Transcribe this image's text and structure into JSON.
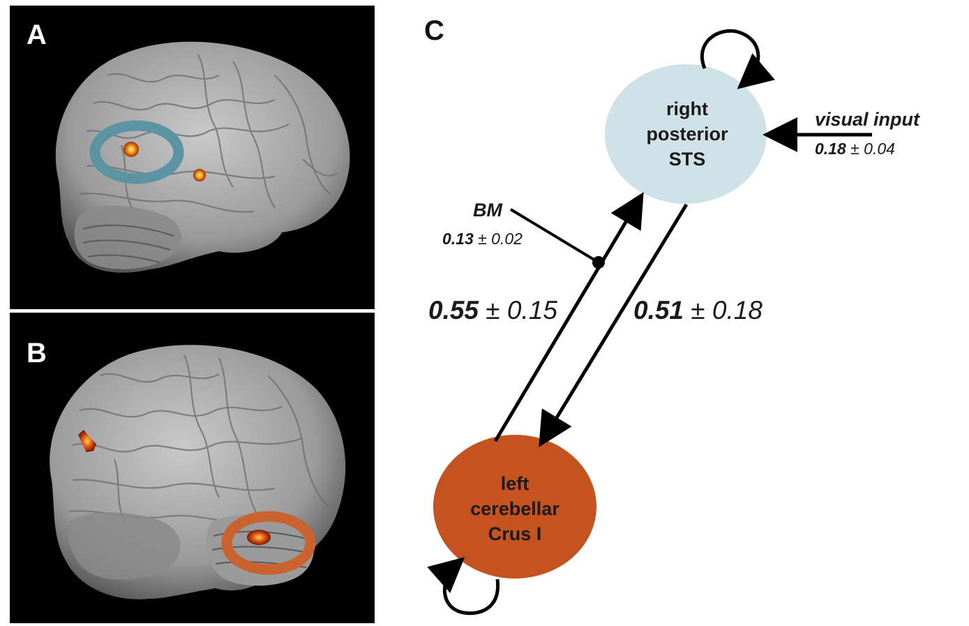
{
  "panels": {
    "a": {
      "letter": "A"
    },
    "b": {
      "letter": "B"
    },
    "c": {
      "letter": "C"
    }
  },
  "nodes": {
    "sts": {
      "lines": [
        "right",
        "posterior",
        "STS"
      ],
      "color": "#d0e2e8"
    },
    "cerebellum": {
      "lines": [
        "left",
        "cerebellar",
        "Crus I"
      ],
      "color": "#c5531f"
    }
  },
  "inputs": {
    "visual": {
      "label": "visual input",
      "value": "0.18",
      "error": "± 0.04"
    },
    "bm": {
      "label": "BM",
      "value": "0.13",
      "error": "± 0.02"
    }
  },
  "connections": {
    "cer_to_sts": {
      "value": "0.55",
      "error": "± 0.15"
    },
    "sts_to_cer": {
      "value": "0.51",
      "error": "± 0.18"
    }
  },
  "colors": {
    "sts_ring": "#5b93a3",
    "cerebellum_ring": "#c9622e",
    "activation": "#f2a11a"
  }
}
